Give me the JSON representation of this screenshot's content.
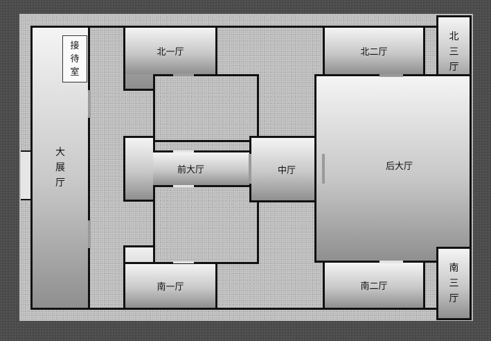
{
  "rooms": {
    "reception": "接待室",
    "big_exhibition": "大展厅",
    "north_one": "北一厅",
    "north_two": "北二厅",
    "north_three": "北三厅",
    "front_hall": "前大厅",
    "middle_hall": "中厅",
    "rear_hall": "后大厅",
    "south_one": "南一厅",
    "south_two": "南二厅",
    "south_three": "南三厅"
  },
  "colors": {
    "background": "#4a4a4a",
    "floor": "#b8b8b8",
    "wall": "#111111"
  }
}
